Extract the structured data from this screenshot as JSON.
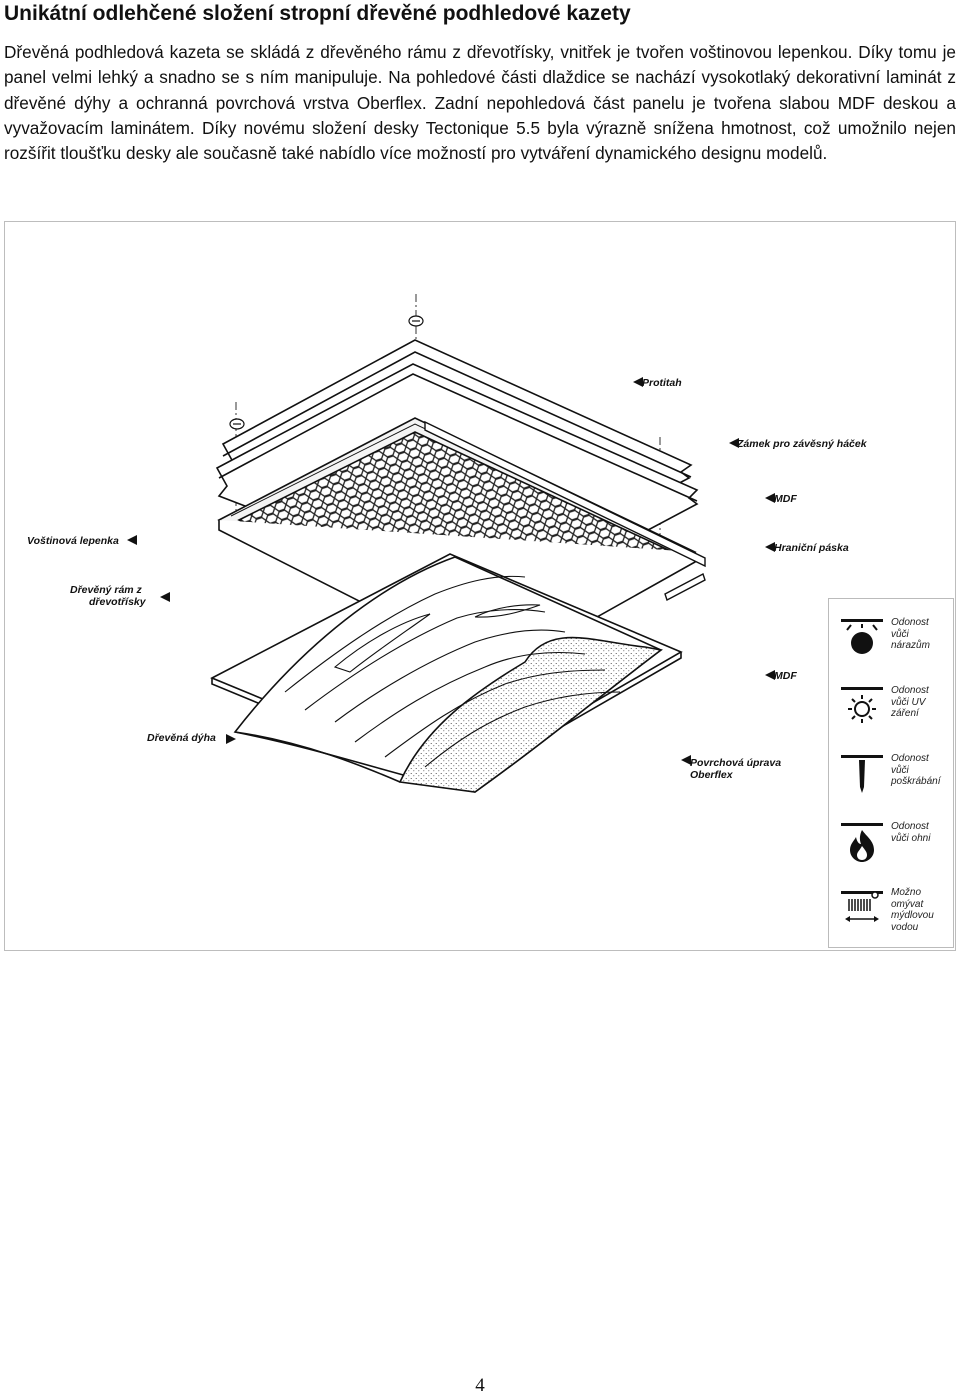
{
  "title": "Unikátní odlehčené složení stropní dřevěné podhledové kazety",
  "paragraph": "Dřevěná podhledová kazeta se skládá z dřevěného rámu z dřevotřísky, vnitřek je tvořen voštinovou lepenkou. Díky tomu je panel velmi lehký a snadno se s ním manipuluje. Na pohledové části dlaždice se nachází vysokotlaký dekorativní laminát z dřevěné dýhy a ochranná povrchová vrstva Oberflex. Zadní nepohledová část panelu je tvořena slabou MDF deskou a vyvažovacím laminátem. Díky novému složení desky Tectonique 5.5 byla výrazně snížena hmotnost, což umožnilo nejen rozšířit tloušťku desky ale současně také nabídlo více možností pro vytváření dynamického designu modelů.",
  "labels": {
    "protitah": "Protitah",
    "zamek": "Zámek pro závěsný háček",
    "mdf_top": "MDF",
    "hranici": "Hraniční páska",
    "mdf_bottom": "MDF",
    "povrchova_1": "Povrchová úprava",
    "povrchova_2": "Oberflex",
    "vostinova": "Voštinová lepenka",
    "dreveny_ram_1": "Dřevěný rám z",
    "dreveny_ram_2": "dřevotřísky",
    "drevena_dyha": "Dřevěná dýha"
  },
  "properties": [
    {
      "icon": "impact-resistance-icon",
      "lines": [
        "Odonost",
        "vůči",
        "nárazům"
      ]
    },
    {
      "icon": "uv-resistance-icon",
      "lines": [
        "Odonost",
        "vůči UV",
        "záření"
      ]
    },
    {
      "icon": "scratch-resistance-icon",
      "lines": [
        "Odonost",
        "vůči",
        "poškrábání"
      ]
    },
    {
      "icon": "fire-resistance-icon",
      "lines": [
        "Odonost",
        "vůči ohni"
      ]
    },
    {
      "icon": "washable-icon",
      "lines": [
        "Možno",
        "omývat",
        "mýdlovou",
        "vodou"
      ]
    }
  ],
  "page_number": "4"
}
